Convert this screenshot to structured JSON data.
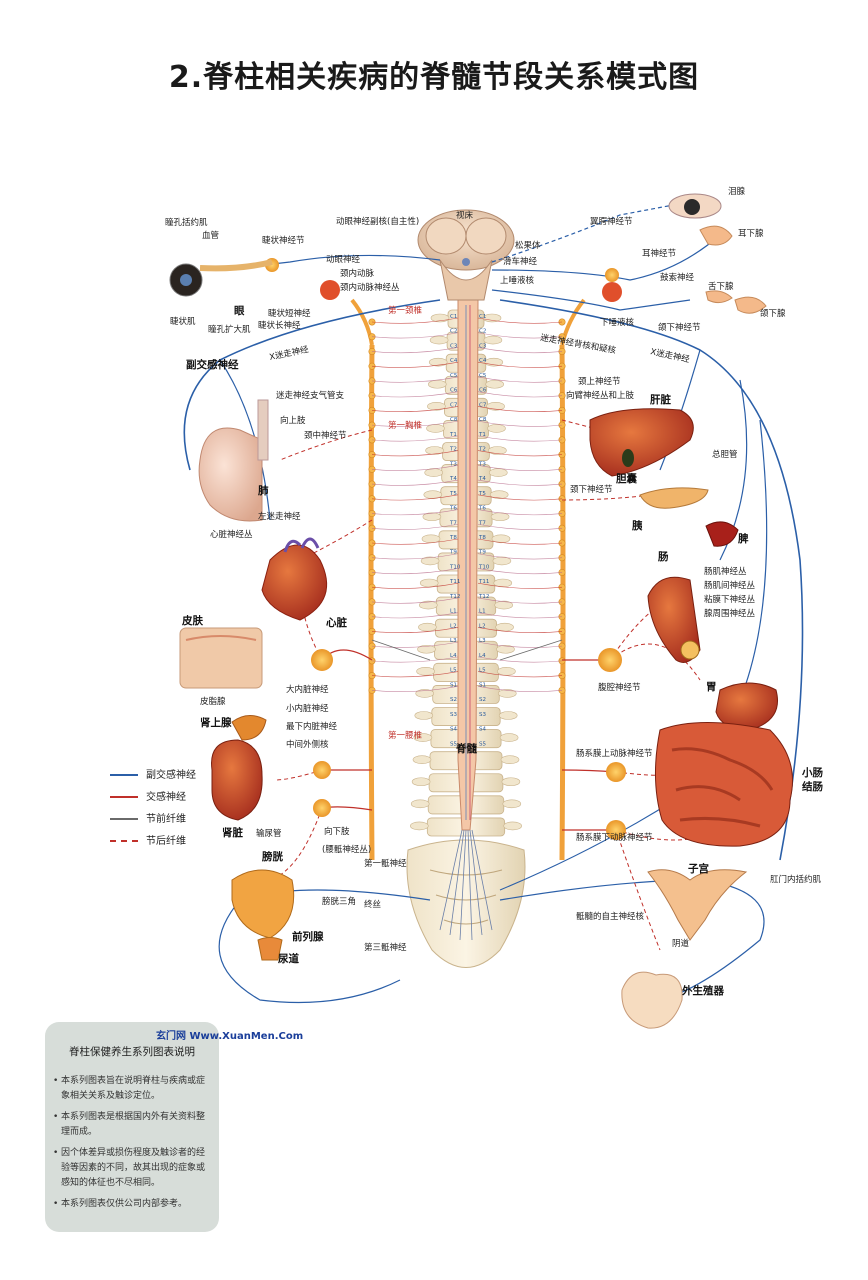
{
  "title": "2.脊柱相关疾病的脊髓节段关系模式图",
  "colors": {
    "parasympathetic": "#2b5fa8",
    "sympathetic": "#c0302a",
    "preganglionic": "#6a6a6a",
    "postganglionic": "#c0302a",
    "nerve_orange": "#f0a13a",
    "organ_red": "#c9402e",
    "bone": "#e9ddc2"
  },
  "spine_markers": {
    "cervical": "第一颈椎",
    "thoracic": "第一胸椎",
    "lumbar": "第一腰椎",
    "cord": "脊髓"
  },
  "segments": {
    "c": [
      "C1",
      "C2",
      "C3",
      "C4",
      "C5",
      "C6",
      "C7",
      "C8"
    ],
    "t": [
      "T1",
      "T2",
      "T3",
      "T4",
      "T5",
      "T6",
      "T7",
      "T8",
      "T9",
      "T10",
      "T11",
      "T12"
    ],
    "l": [
      "L1",
      "L2",
      "L3",
      "L4",
      "L5"
    ],
    "s": [
      "S1",
      "S2",
      "S3",
      "S4",
      "S5"
    ]
  },
  "labels": {
    "top": {
      "dongyan_fu": "动眼神经副核(自主性)",
      "shichuang": "视床",
      "songguoti": "松果体",
      "huache": "滑车神经",
      "shangxianye": "上唾液核",
      "dongyan": "动眼神经",
      "jingneidong": "颈内动脉",
      "jingneicong": "颈内动脉神经丛",
      "tongkong_kuo": "瞳孔括约肌",
      "xueguan": "血管",
      "jiezhuang_jie": "睫状神经节",
      "yan": "眼",
      "jiezhuang_duan": "睫状短神经",
      "jiezhuang_ji": "睫状肌",
      "tongkong_da": "瞳孔扩大肌",
      "jiezhuang_chang": "睫状长神经",
      "yiyi": "翼腭神经节",
      "leixian": "泪腺",
      "erxia": "耳下腺",
      "ershen": "耳神经节",
      "gushuo": "鼓索神经",
      "shexia": "舌下腺",
      "hexia_xian": "颌下腺",
      "xiaxianye": "下唾液核",
      "hexia_jie": "颌下神经节",
      "mizou_bei": "迷走神经背核和疑核",
      "x_mizou_r": "X迷走神经",
      "x_mizou_l": "X迷走神经",
      "fujiaogan": "副交感神经"
    },
    "left": {
      "qiguanzhi": "迷走神经支气管支",
      "xiangshangzhi": "向上肢",
      "jingzhong": "颈中神经节",
      "fei": "肺",
      "zuomizou": "左迷走神经",
      "xinzang_cong": "心脏神经丛",
      "xinzang": "心脏",
      "pifu": "皮肤",
      "pizhixian": "皮脂腺",
      "da_neizang": "大内脏神经",
      "xiao_neizang": "小内脏神经",
      "zui_neizang": "最下内脏神经",
      "zhongjian": "中间外侧核",
      "shenshangxian": "肾上腺",
      "shenzang": "肾脏",
      "shuniaoguan": "输尿管",
      "xiangxiazhi": "向下肢",
      "yaoshen": "(腰骶神经丛)",
      "pangguang": "膀胱",
      "diyi_di": "第一骶神经",
      "pangguang_sj": "膀胱三角",
      "zhongsi": "终丝",
      "qianliexian": "前列腺",
      "niaodao": "尿道",
      "disan_di": "第三骶神经"
    },
    "right": {
      "jingshang": "颈上神经节",
      "xiangbi": "向臂神经丛和上肢",
      "ganzang": "肝脏",
      "zongdanguan": "总胆管",
      "dannang": "胆囊",
      "jingxia": "颈下神经节",
      "yi": "胰",
      "pi": "脾",
      "chang": "肠",
      "changji": "肠肌神经丛",
      "changjijian": "肠肌间神经丛",
      "nianmo": "粘膜下神经丛",
      "xianzhou": "腺周围神经丛",
      "fuqiang": "腹腔神经节",
      "wei": "胃",
      "changximo_shang": "肠系膜上动脉神经节",
      "xiaochang": "小肠",
      "jiechang": "结肠",
      "changximo_xia": "肠系膜下动脉神经节",
      "zigong": "子宫",
      "gangmen": "肛门内括约肌",
      "disui_zizhu": "骶髓的自主神经核",
      "yindao": "阴道",
      "waisheng": "外生殖器"
    }
  },
  "legend": [
    {
      "label": "副交感神经",
      "style": "solid",
      "color": "#2b5fa8"
    },
    {
      "label": "交感神经",
      "style": "solid",
      "color": "#c0302a"
    },
    {
      "label": "节前纤维",
      "style": "solid",
      "color": "#6a6a6a"
    },
    {
      "label": "节后纤维",
      "style": "dashed",
      "color": "#c0302a"
    }
  ],
  "watermark": "玄门网 Www.XuanMen.Com",
  "notes": {
    "heading": "脊柱保健养生系列图表说明",
    "items": [
      "本系列图表旨在说明脊柱与疾病或症象相关关系及触诊定位。",
      "本系列图表是根据国内外有关资料整理而成。",
      "因个体差异或损伤程度及触诊者的经验等因素的不同，故其出现的症象或感知的体征也不尽相同。",
      "本系列图表仅供公司内部参考。"
    ]
  }
}
